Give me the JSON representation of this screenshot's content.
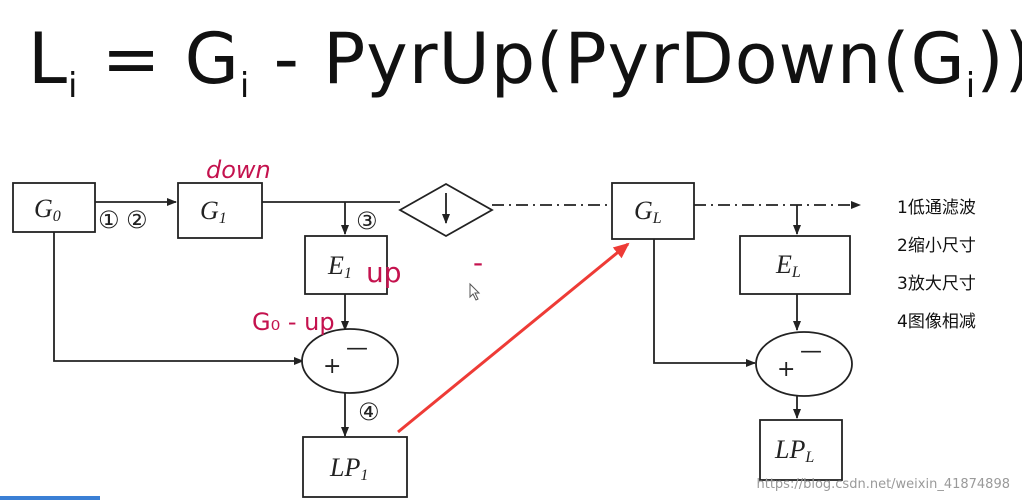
{
  "formula": {
    "L": "L",
    "i1": "i",
    "eq": " = ",
    "G": "G",
    "i2": "i",
    "rest": " - PyrUp(PyrDown(G",
    "i3": "i",
    "close": "))"
  },
  "nodes": {
    "g0": {
      "main": "G",
      "sub": "0"
    },
    "g1": {
      "main": "G",
      "sub": "1"
    },
    "e1": {
      "main": "E",
      "sub": "1"
    },
    "gl": {
      "main": "G",
      "sub": "L"
    },
    "el": {
      "main": "E",
      "sub": "L"
    },
    "lp1": {
      "main": "LP",
      "sub": "1"
    },
    "lpl": {
      "main": "LP",
      "sub": "L"
    }
  },
  "markers": {
    "m1": "①",
    "m2": "②",
    "m3": "③",
    "m4": "④",
    "plus": "+",
    "minus": "—"
  },
  "annotations": {
    "down": "down",
    "up": "up",
    "diff": "G₀ - up",
    "dash": "-"
  },
  "steps": [
    "1低通滤波",
    "2缩小尺寸",
    "3放大尺寸",
    "4图像相减"
  ],
  "watermark": "https://blog.csdn.net/weixin_41874898",
  "colors": {
    "annotation": "#c4124e",
    "arrow": "#ee3b36",
    "bar": "#3a7fd5"
  }
}
